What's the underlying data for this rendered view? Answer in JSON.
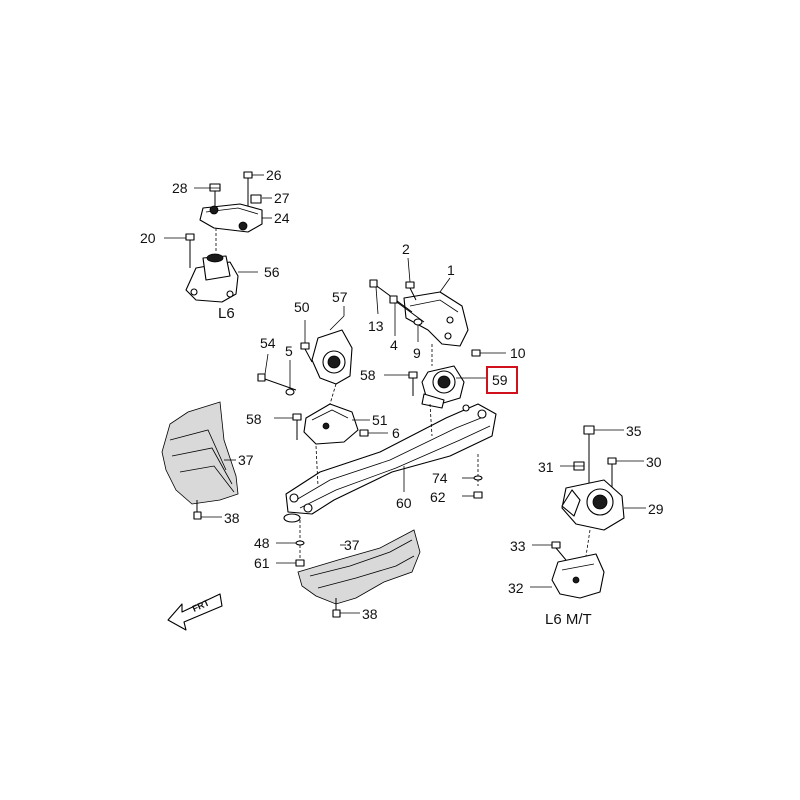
{
  "diagram": {
    "captions": {
      "l6": "L6",
      "l6mt": "L6 M/T"
    },
    "arrow_label": "FRT",
    "highlight_color": "#d0101a",
    "callouts": {
      "c1": "1",
      "c2": "2",
      "c4": "4",
      "c5": "5",
      "c6": "6",
      "c9": "9",
      "c10": "10",
      "c13": "13",
      "c20": "20",
      "c24": "24",
      "c26": "26",
      "c27": "27",
      "c28": "28",
      "c29": "29",
      "c30": "30",
      "c31": "31",
      "c32": "32",
      "c33": "33",
      "c35": "35",
      "c37a": "37",
      "c37b": "37",
      "c38a": "38",
      "c38b": "38",
      "c48": "48",
      "c50": "50",
      "c51": "51",
      "c54": "54",
      "c56": "56",
      "c57": "57",
      "c58a": "58",
      "c58b": "58",
      "c59": "59",
      "c60": "60",
      "c61": "61",
      "c62": "62",
      "c74": "74"
    }
  }
}
